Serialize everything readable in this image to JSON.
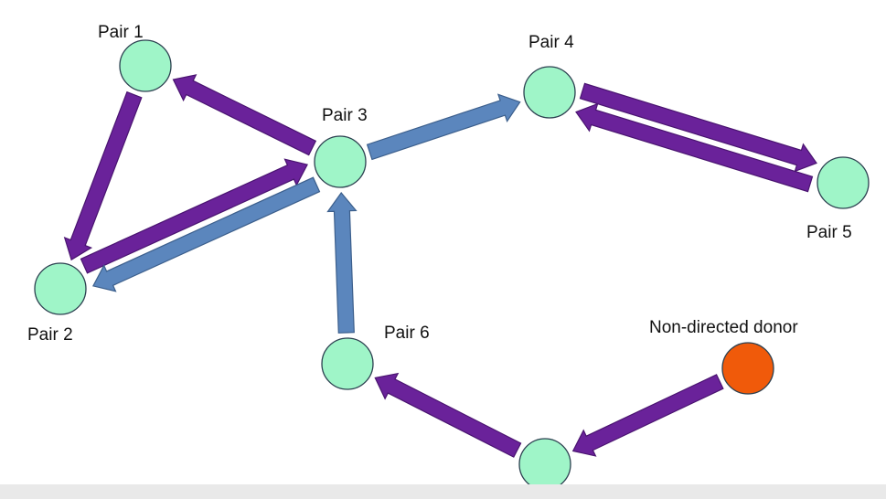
{
  "colors": {
    "node_fill": "#9ff5c8",
    "node_stroke": "#2c4050",
    "donor_fill": "#f05a0a",
    "arrow_purple": "#6a229a",
    "arrow_purple_stroke": "#4a1470",
    "arrow_blue": "#5b86bd",
    "arrow_blue_stroke": "#3c5f8c",
    "background": "#ffffff"
  },
  "nodes": [
    {
      "id": "pair1",
      "label": "Pair 1",
      "kind": "pair"
    },
    {
      "id": "pair2",
      "label": "Pair 2",
      "kind": "pair"
    },
    {
      "id": "pair3",
      "label": "Pair 3",
      "kind": "pair"
    },
    {
      "id": "pair4",
      "label": "Pair 4",
      "kind": "pair"
    },
    {
      "id": "pair5",
      "label": "Pair 5",
      "kind": "pair"
    },
    {
      "id": "pair6",
      "label": "Pair 6",
      "kind": "pair"
    },
    {
      "id": "ndd",
      "label": "Non-directed donor",
      "kind": "donor"
    },
    {
      "id": "unlabeled",
      "label": "",
      "kind": "pair"
    }
  ],
  "edges": [
    {
      "from": "pair3",
      "to": "pair1",
      "color": "purple"
    },
    {
      "from": "pair1",
      "to": "pair2",
      "color": "purple"
    },
    {
      "from": "pair2",
      "to": "pair3",
      "color": "purple"
    },
    {
      "from": "pair3",
      "to": "pair2",
      "color": "blue"
    },
    {
      "from": "pair3",
      "to": "pair4",
      "color": "blue"
    },
    {
      "from": "pair4",
      "to": "pair5",
      "color": "purple"
    },
    {
      "from": "pair5",
      "to": "pair4",
      "color": "purple"
    },
    {
      "from": "pair6",
      "to": "pair3",
      "color": "blue"
    },
    {
      "from": "ndd",
      "to": "unlabeled",
      "color": "purple"
    },
    {
      "from": "unlabeled",
      "to": "pair6",
      "color": "purple"
    }
  ]
}
